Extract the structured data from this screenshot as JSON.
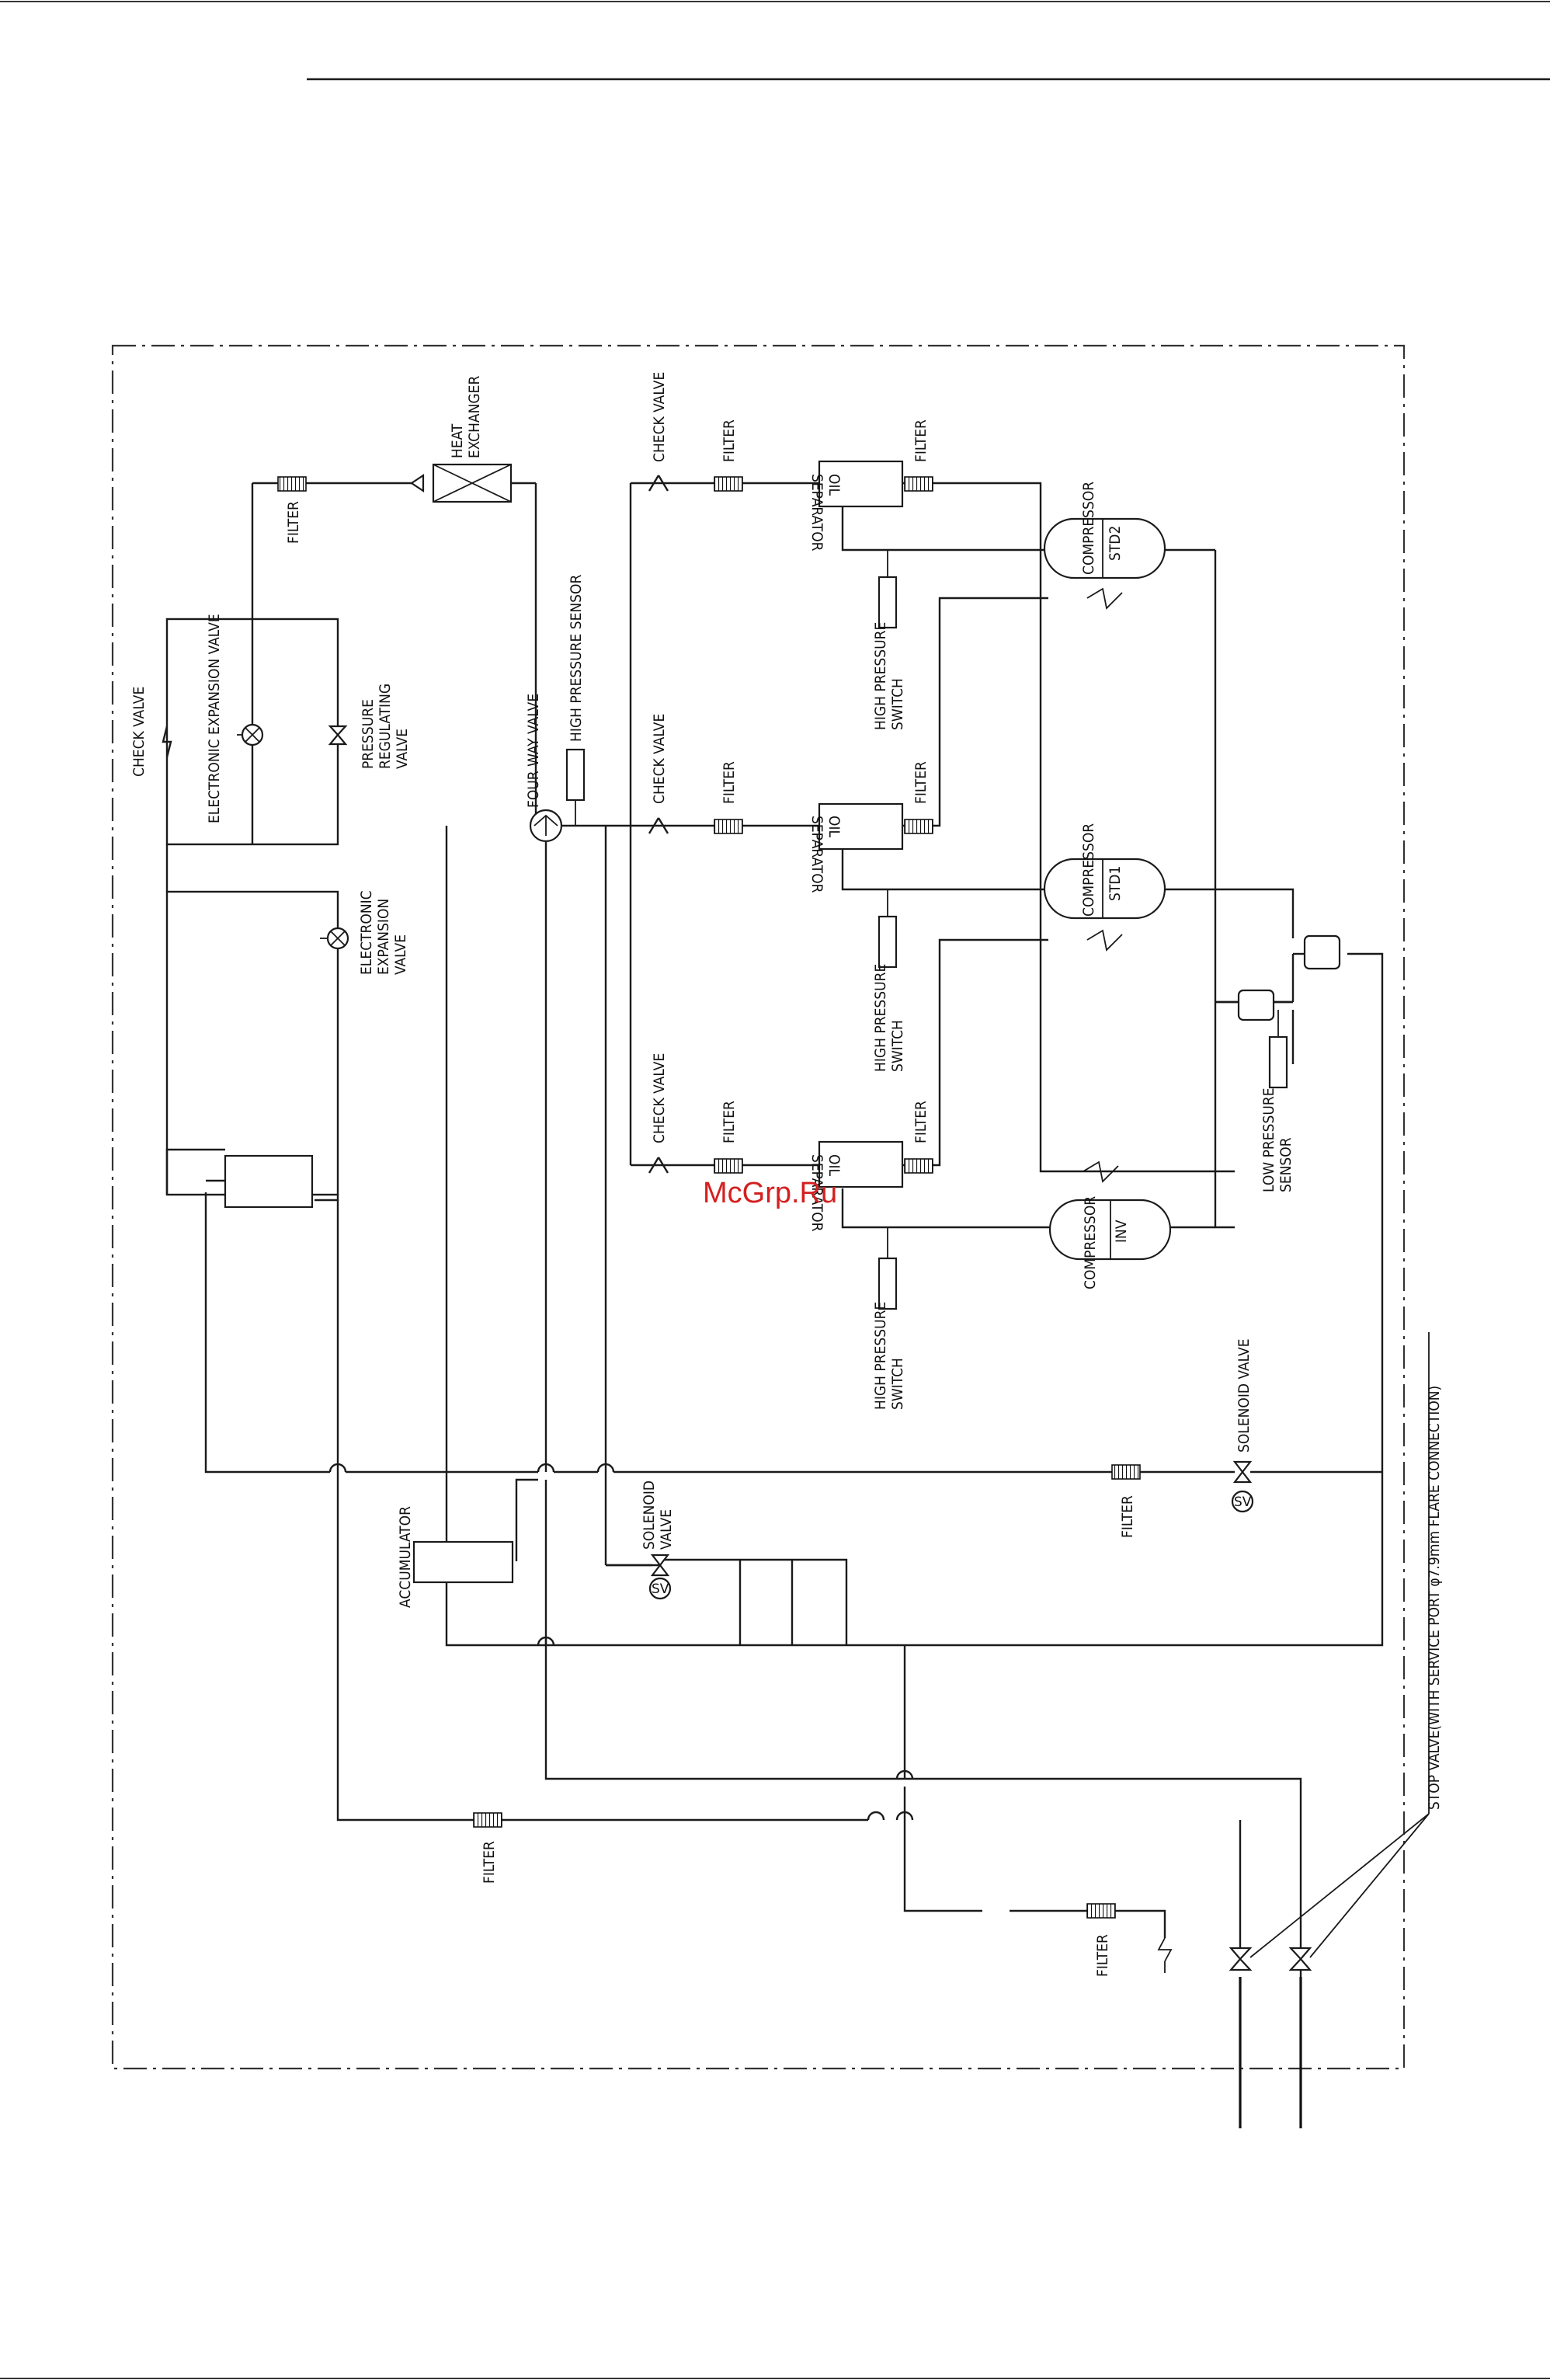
{
  "labels": {
    "heat_exchanger": [
      "HEAT",
      "EXCHANGER"
    ],
    "filter": "FILTER",
    "check_valve": "CHECK VALVE",
    "oil_separator": [
      "OIL",
      "SEPARATOR"
    ],
    "compressor": "COMPRESSOR",
    "std2": "STD2",
    "std1": "STD1",
    "inv": "INV",
    "high_pressure_switch": [
      "HIGH PRESSURE",
      "SWITCH"
    ],
    "high_pressure_sensor": "HIGH PRESSURE SENSOR",
    "four_way_valve": "FOUR WAY VALVE",
    "electronic_expansion_valve_1": "ELECTRONIC EXPANSION VALVE",
    "pressure_regulating_valve": [
      "PRESSURE",
      "REGULATING",
      "VALVE"
    ],
    "electronic_expansion_valve_2": [
      "ELECTRONIC",
      "EXPANSION",
      "VALVE"
    ],
    "low_pressure_sensor": [
      "LOW PRESSURE",
      "SENSOR"
    ],
    "solenoid_valve": "SOLENOID VALVE",
    "solenoid_valve_2": [
      "SOLENOID",
      "VALVE"
    ],
    "sv": "SV",
    "accumulator": "ACCUMULATOR",
    "stop_valve": "STOP VALVE(WITH SERVICE PORT φ7.9mm FLARE CONNECTION)"
  },
  "watermark": "McGrp.Ru",
  "colors": {
    "line": "#1a1a1a",
    "watermark": "#d41f1f"
  }
}
